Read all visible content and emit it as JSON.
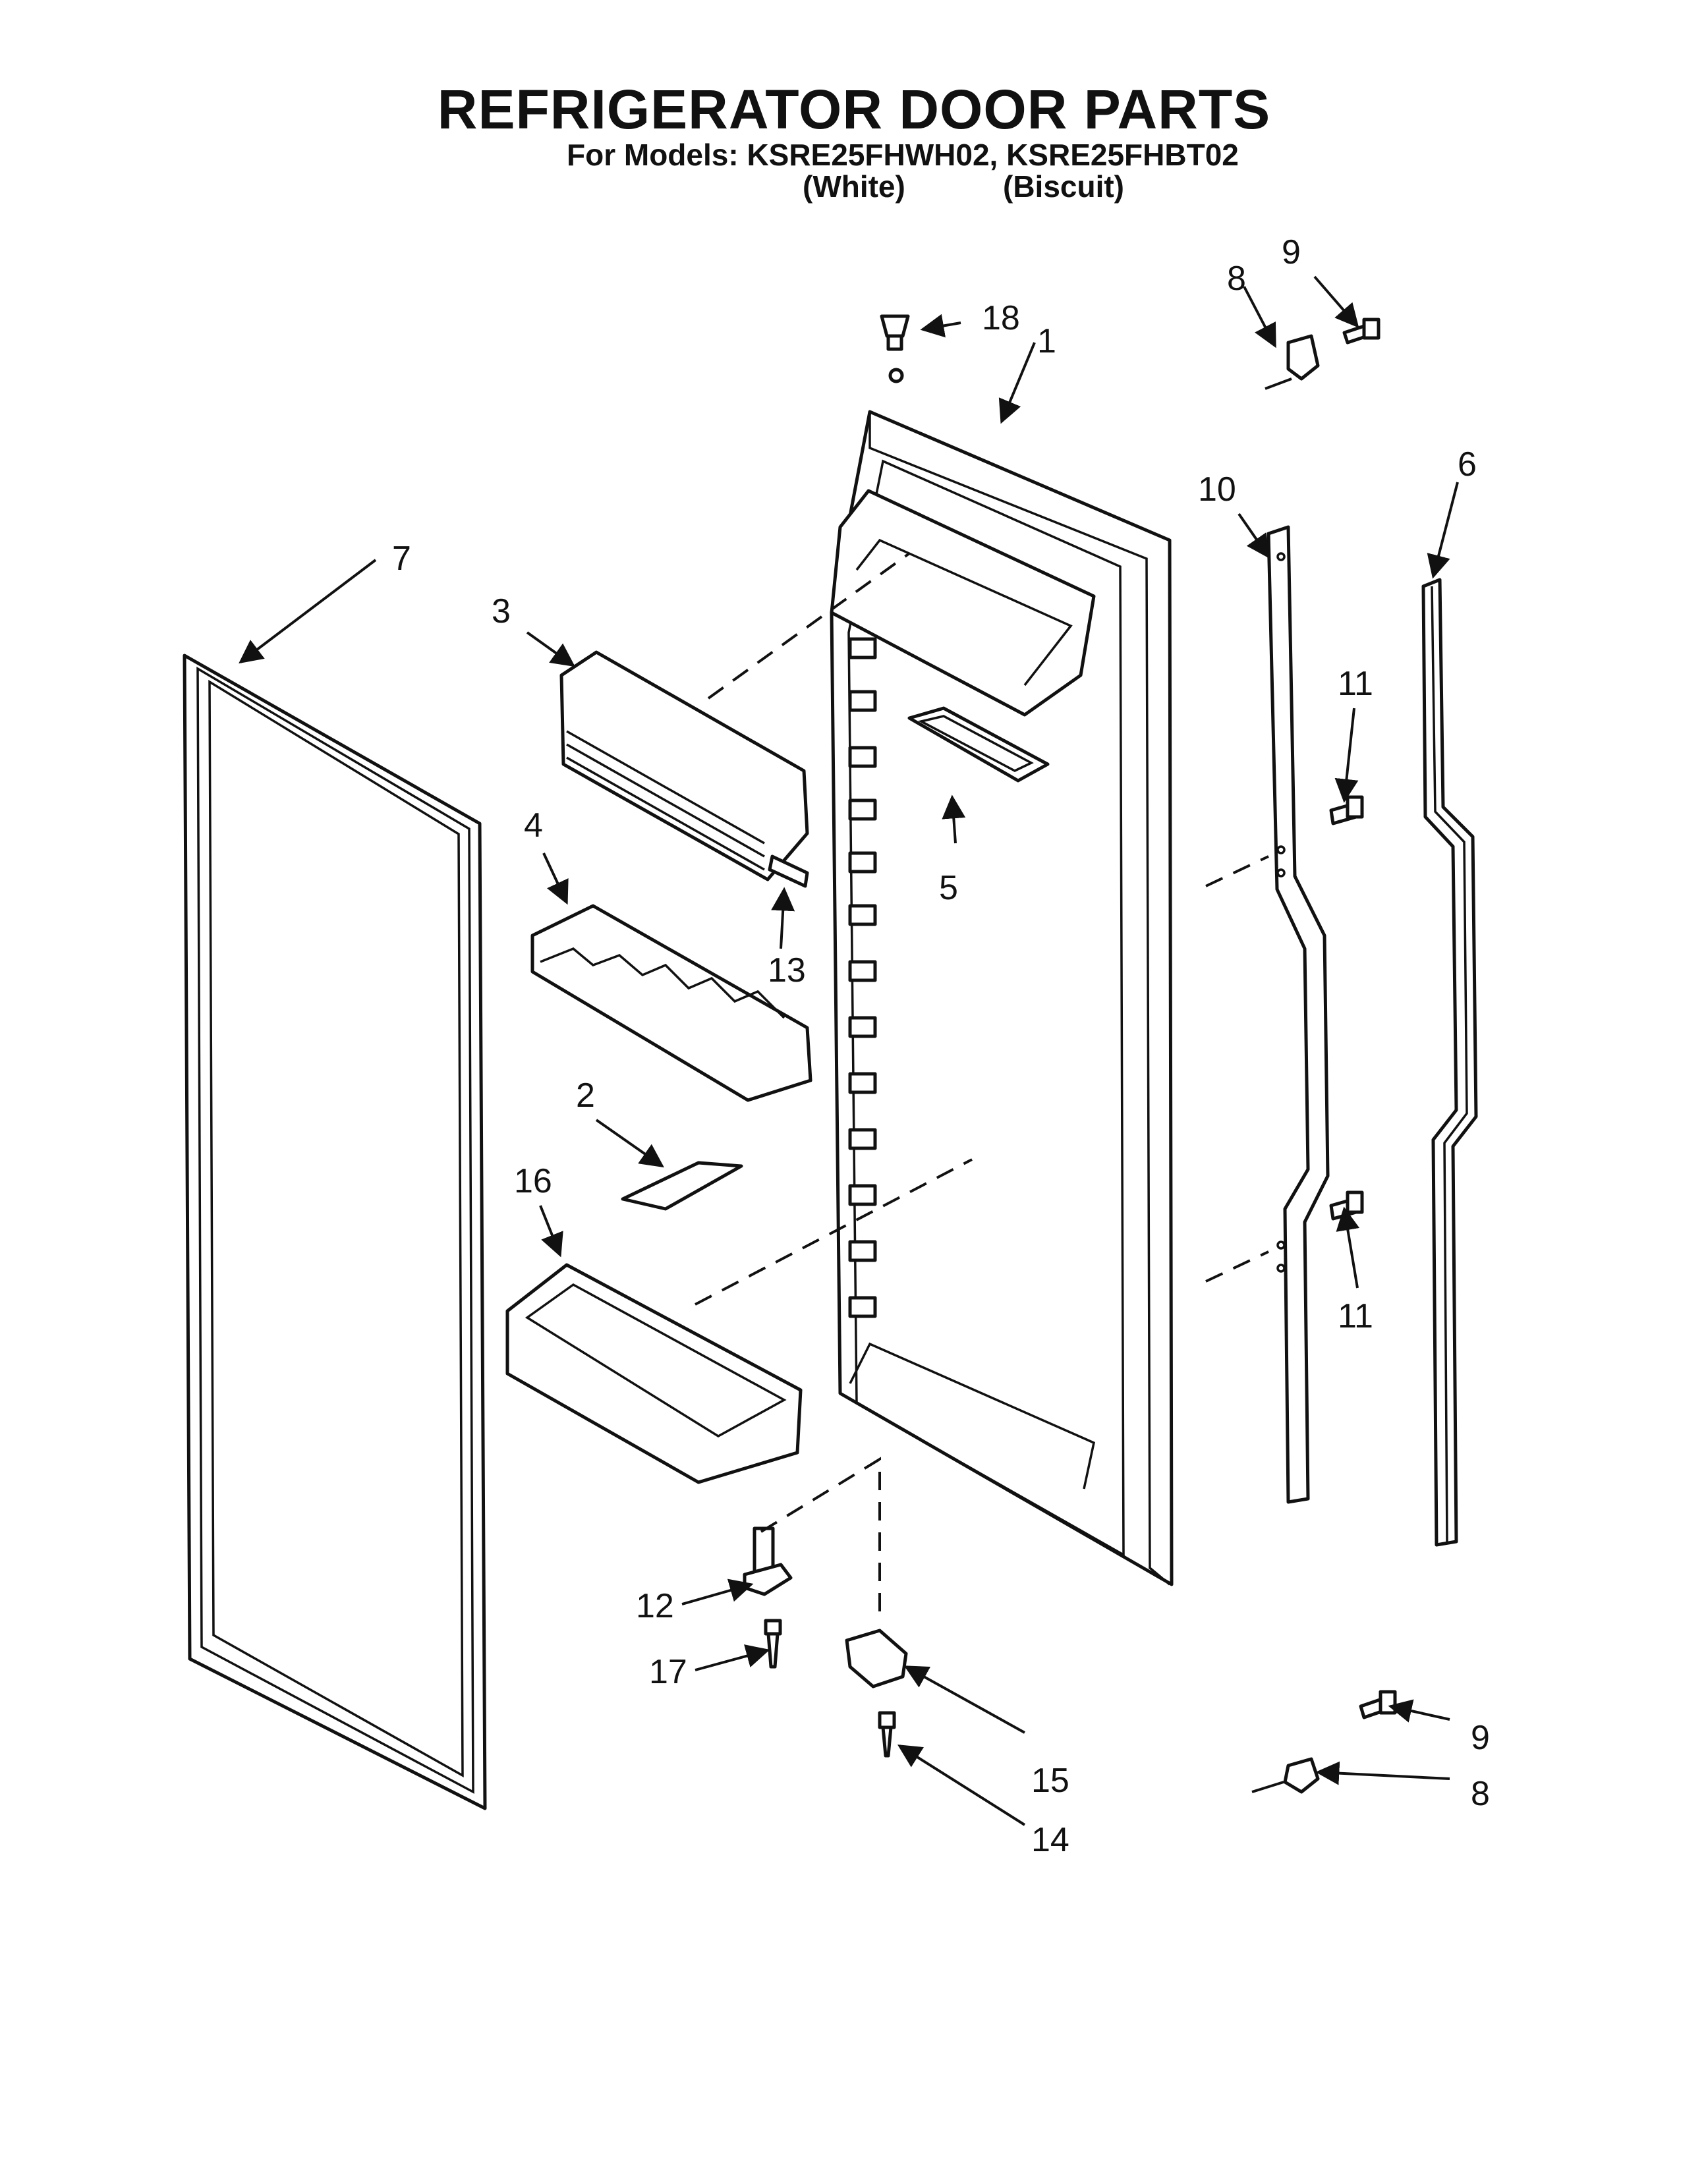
{
  "header": {
    "title": "REFRIGERATOR DOOR PARTS",
    "models_line": "For Models: KSRE25FHWH02, KSRE25FHBT02",
    "variant_white": "(White)",
    "variant_biscuit": "(Biscuit)"
  },
  "callouts": {
    "c1": "1",
    "c2": "2",
    "c3": "3",
    "c4": "4",
    "c5": "5",
    "c6": "6",
    "c7": "7",
    "c8_top": "8",
    "c8_bottom": "8",
    "c9_top": "9",
    "c9_bottom": "9",
    "c10": "10",
    "c11_top": "11",
    "c11_bottom": "11",
    "c12": "12",
    "c13": "13",
    "c14": "14",
    "c15": "15",
    "c16": "16",
    "c17": "17",
    "c18": "18"
  }
}
